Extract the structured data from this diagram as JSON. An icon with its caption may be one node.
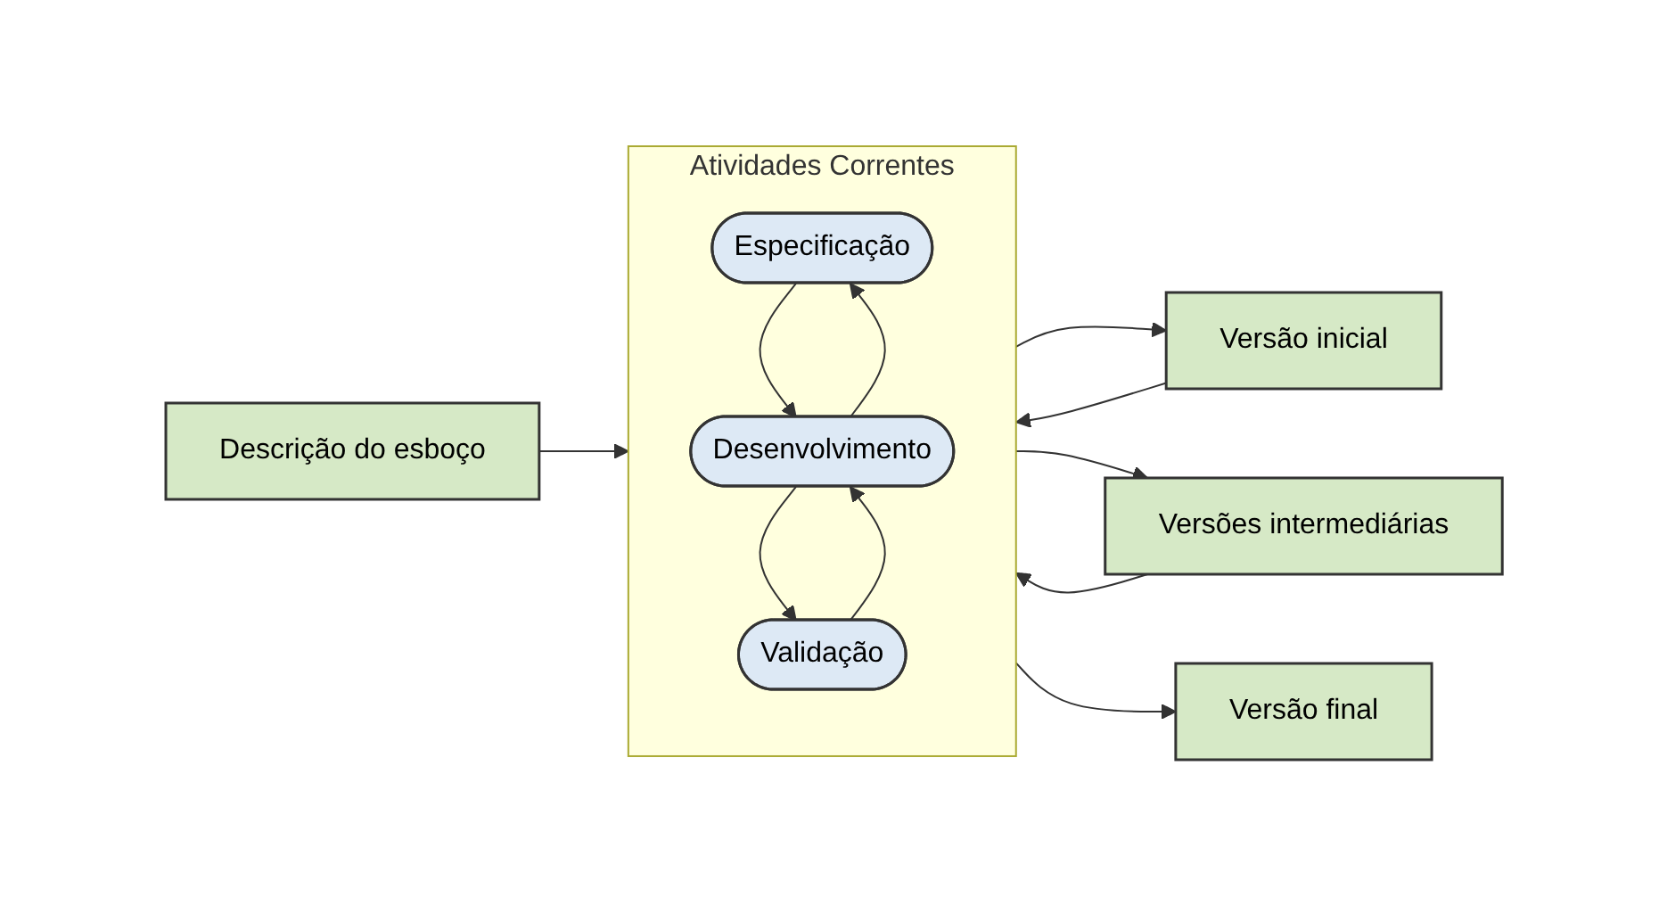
{
  "diagram": {
    "nodes": [
      {
        "text": [
          "Descrição do esboço"
        ]
      },
      {
        "text": [
          "Atividades Correntes"
        ]
      },
      {
        "text": [
          "Especificação"
        ],
        "in": 1
      },
      {
        "text": [
          "Desenvolvimento"
        ],
        "in": 1
      },
      {
        "text": [
          "Validação"
        ],
        "in": 1
      },
      {
        "text": [
          "Versão inicial"
        ]
      },
      {
        "text": [
          "Versões intermediárias"
        ]
      },
      {
        "text": [
          "Versão final"
        ]
      }
    ],
    "edges": [
      {
        "from": 0,
        "to": 1,
        "arrow": "to"
      },
      {
        "from": 2,
        "to": 3,
        "arrow": "to"
      },
      {
        "from": 3,
        "to": 2,
        "arrow": "to"
      },
      {
        "from": 3,
        "to": 4,
        "arrow": "to"
      },
      {
        "from": 4,
        "to": 3,
        "arrow": "to"
      },
      {
        "from": 1,
        "to": 5,
        "arrow": "to"
      },
      {
        "from": 5,
        "to": 1,
        "arrow": "to"
      },
      {
        "from": 1,
        "to": 6,
        "arrow": "to"
      },
      {
        "from": 6,
        "to": 1,
        "arrow": "to"
      },
      {
        "from": 1,
        "to": 7,
        "arrow": "to"
      }
    ]
  }
}
